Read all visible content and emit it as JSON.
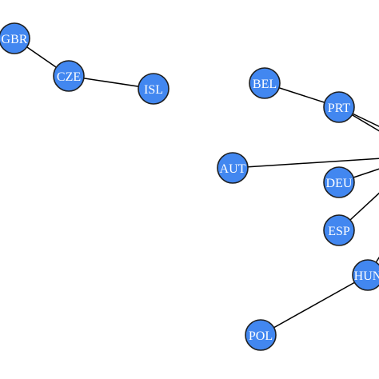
{
  "colors": {
    "node_fill": "#4287f0",
    "node_stroke": "#1f1f1f",
    "edge": "#000000",
    "label": "#ffffff",
    "background": "#ffffff"
  },
  "nodes": [
    {
      "id": "GBR",
      "label": "GBR"
    },
    {
      "id": "CZE",
      "label": "CZE"
    },
    {
      "id": "ISL",
      "label": "ISL"
    },
    {
      "id": "BEL",
      "label": "BEL"
    },
    {
      "id": "PRT",
      "label": "PRT"
    },
    {
      "id": "AUT",
      "label": "AUT"
    },
    {
      "id": "DEU",
      "label": "DEU"
    },
    {
      "id": "ESP",
      "label": "ESP"
    },
    {
      "id": "HUN",
      "label": "HUN"
    },
    {
      "id": "POL",
      "label": "POL"
    }
  ],
  "edges": [
    {
      "from": "GBR",
      "to": "CZE"
    },
    {
      "from": "CZE",
      "to": "ISL"
    },
    {
      "from": "BEL",
      "to": "PRT"
    },
    {
      "from": "PRT",
      "to": "offscreen-right"
    },
    {
      "from": "PRT",
      "to": "offscreen-right"
    },
    {
      "from": "AUT",
      "to": "offscreen-right"
    },
    {
      "from": "DEU",
      "to": "offscreen-right"
    },
    {
      "from": "ESP",
      "to": "offscreen-right"
    },
    {
      "from": "HUN",
      "to": "offscreen-right"
    },
    {
      "from": "POL",
      "to": "HUN"
    }
  ]
}
